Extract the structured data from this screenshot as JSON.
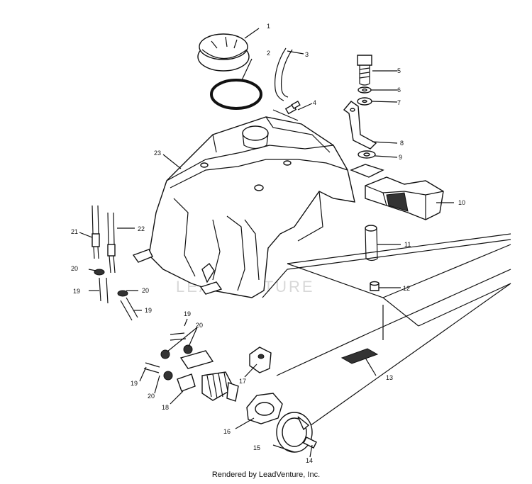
{
  "diagram": {
    "callouts": {
      "c1": "1",
      "c2": "2",
      "c3": "3",
      "c4": "4",
      "c5": "5",
      "c6": "6",
      "c7": "7",
      "c8": "8",
      "c9": "9",
      "c10": "10",
      "c11": "11",
      "c12": "12",
      "c13": "13",
      "c14": "14",
      "c15": "15",
      "c16": "16",
      "c17": "17",
      "c18": "18",
      "c19a": "19",
      "c19b": "19",
      "c19c": "19",
      "c19d": "19",
      "c20a": "20",
      "c20b": "20",
      "c20c": "20",
      "c20d": "20",
      "c21": "21",
      "c22": "22",
      "c23": "23"
    },
    "watermark": "LEADVENTURE"
  },
  "footer": {
    "text": "Rendered by LeadVenture, Inc."
  }
}
